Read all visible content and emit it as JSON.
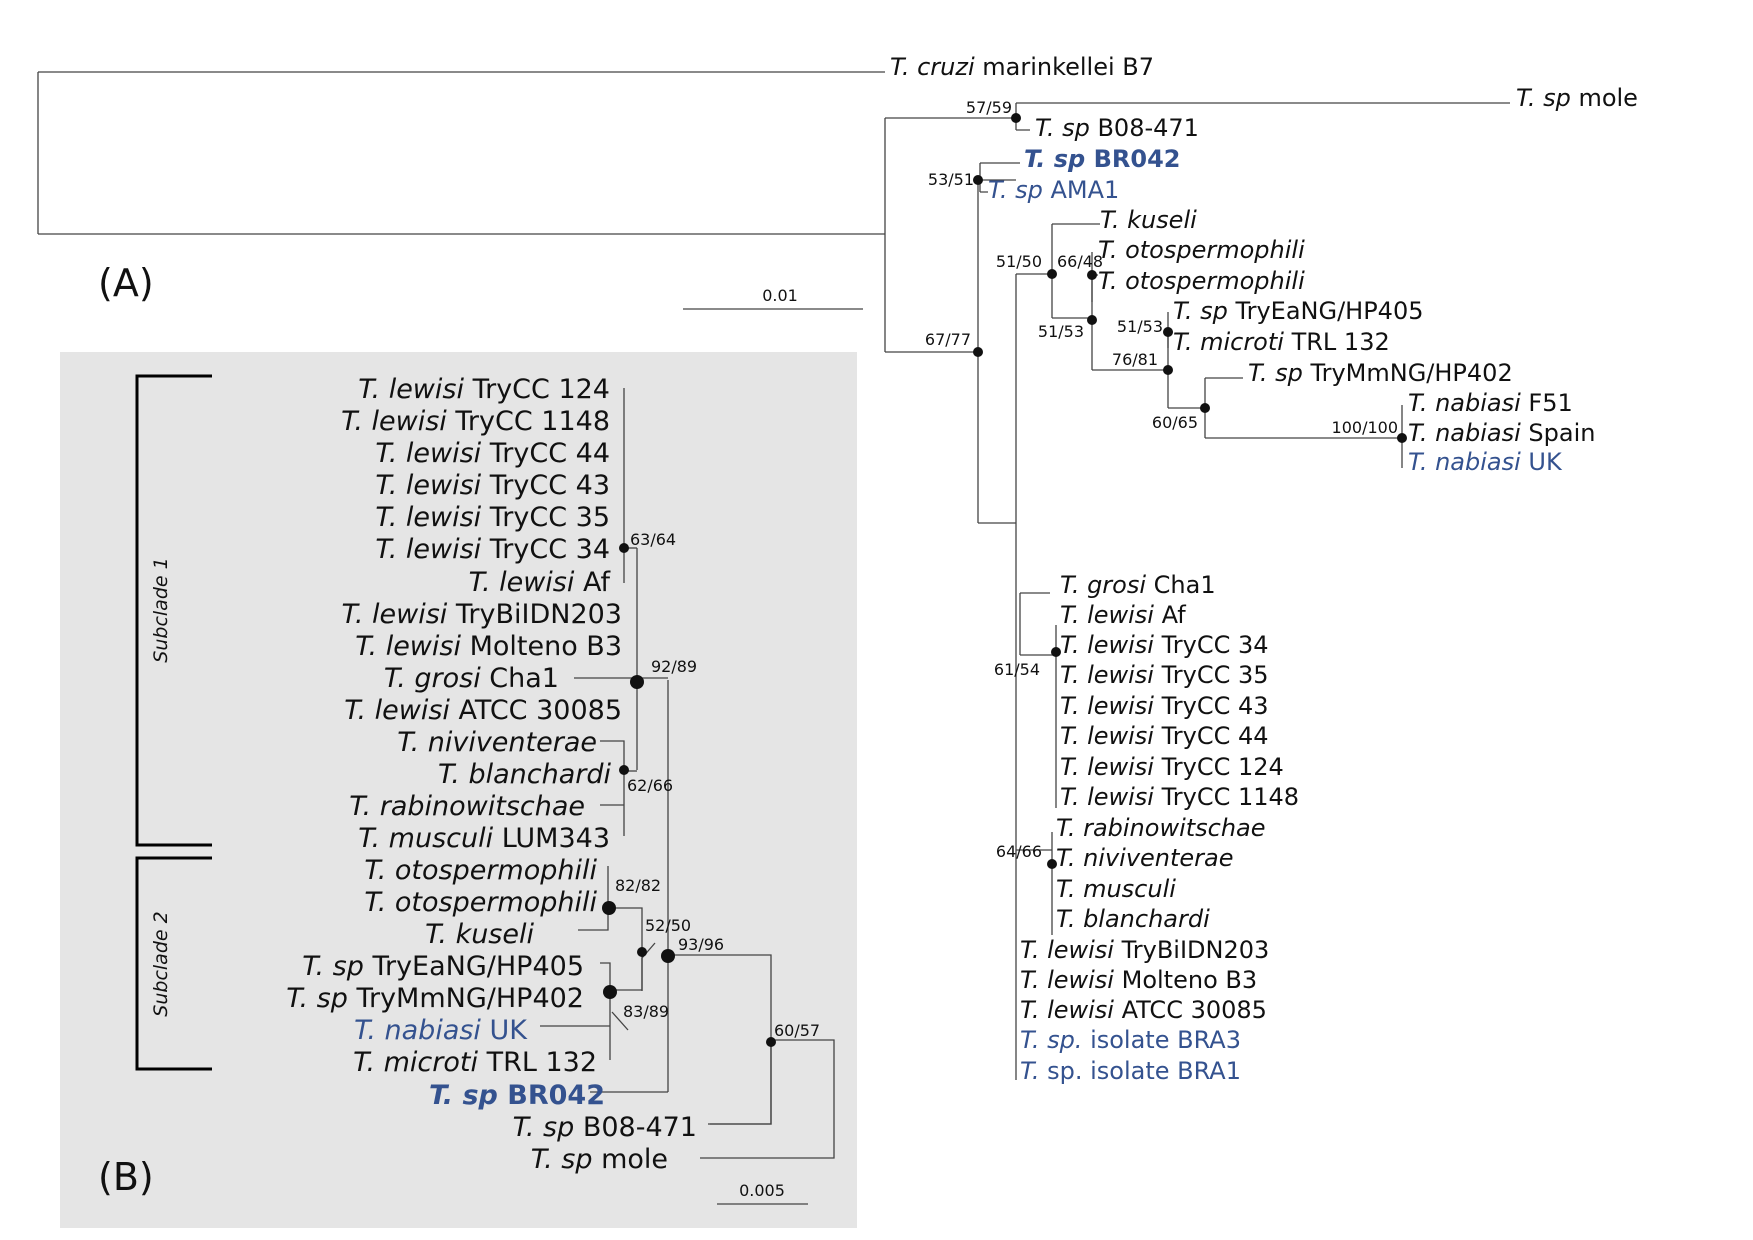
{
  "panelA": {
    "label": "(A)",
    "scale_label": "0.01",
    "tips": [
      {
        "genus": "T. cruzi",
        "strain": "marinkellei B7",
        "color": "black"
      },
      {
        "genus": "T. sp",
        "strain": "mole",
        "color": "black"
      },
      {
        "genus": "T. sp",
        "strain": "B08-471",
        "color": "black"
      },
      {
        "genus": "T. sp",
        "strain": "BR042",
        "color": "blue",
        "bold": true
      },
      {
        "genus": "T. sp",
        "strain": "AMA1",
        "color": "blue"
      },
      {
        "genus": "T. kuseli",
        "strain": "",
        "color": "black"
      },
      {
        "genus": "T. otospermophili",
        "strain": "",
        "color": "black"
      },
      {
        "genus": "T. otospermophili",
        "strain": "",
        "color": "black"
      },
      {
        "genus": "T. sp",
        "strain": "TryEaNG/HP405",
        "color": "black"
      },
      {
        "genus": "T. microti",
        "strain": "TRL 132",
        "color": "black"
      },
      {
        "genus": "T. sp",
        "strain": "TryMmNG/HP402",
        "color": "black"
      },
      {
        "genus": "T. nabiasi",
        "strain": "F51",
        "color": "black"
      },
      {
        "genus": "T. nabiasi",
        "strain": "Spain",
        "color": "black"
      },
      {
        "genus": "T. nabiasi",
        "strain": "UK",
        "color": "blue"
      },
      {
        "genus": "T. grosi",
        "strain": "Cha1",
        "color": "black"
      },
      {
        "genus": "T. lewisi",
        "strain": "Af",
        "color": "black"
      },
      {
        "genus": "T. lewisi",
        "strain": "TryCC 34",
        "color": "black"
      },
      {
        "genus": "T. lewisi",
        "strain": "TryCC 35",
        "color": "black"
      },
      {
        "genus": "T. lewisi",
        "strain": "TryCC 43",
        "color": "black"
      },
      {
        "genus": "T. lewisi",
        "strain": "TryCC 44",
        "color": "black"
      },
      {
        "genus": "T. lewisi",
        "strain": "TryCC 124",
        "color": "black"
      },
      {
        "genus": "T. lewisi",
        "strain": "TryCC 1148",
        "color": "black"
      },
      {
        "genus": "T. rabinowitschae",
        "strain": "",
        "color": "black"
      },
      {
        "genus": "T. niviventerae",
        "strain": "",
        "color": "black"
      },
      {
        "genus": "T. musculi",
        "strain": "",
        "color": "black"
      },
      {
        "genus": "T. blanchardi",
        "strain": "",
        "color": "black"
      },
      {
        "genus": "T. lewisi",
        "strain": "TryBiIDN203",
        "color": "black"
      },
      {
        "genus": "T. lewisi",
        "strain": "Molteno B3",
        "color": "black"
      },
      {
        "genus": "T. lewisi",
        "strain": "ATCC 30085",
        "color": "black"
      },
      {
        "genus": "T. sp.",
        "strain": "isolate BRA3",
        "color": "blue"
      },
      {
        "genus": "T.",
        "strain": "sp. isolate BRA1",
        "color": "blue"
      }
    ],
    "support": [
      "57/59",
      "53/51",
      "51/50",
      "66/48",
      "51/53",
      "51/53",
      "76/81",
      "60/65",
      "100/100",
      "67/77",
      "61/54",
      "64/66"
    ]
  },
  "panelB": {
    "label": "(B)",
    "scale_label": "0.005",
    "subclade1": "Subclade 1",
    "subclade2": "Subclade 2",
    "tips": [
      {
        "genus": "T. lewisi",
        "strain": "TryCC 124",
        "color": "black"
      },
      {
        "genus": "T. lewisi",
        "strain": "TryCC 1148",
        "color": "black"
      },
      {
        "genus": "T. lewisi",
        "strain": "TryCC 44",
        "color": "black"
      },
      {
        "genus": "T. lewisi",
        "strain": "TryCC 43",
        "color": "black"
      },
      {
        "genus": "T. lewisi",
        "strain": "TryCC 35",
        "color": "black"
      },
      {
        "genus": "T. lewisi",
        "strain": "TryCC 34",
        "color": "black"
      },
      {
        "genus": "T. lewisi",
        "strain": "Af",
        "color": "black"
      },
      {
        "genus": "T. lewisi",
        "strain": "TryBiIDN203",
        "color": "black"
      },
      {
        "genus": "T. lewisi",
        "strain": "Molteno B3",
        "color": "black"
      },
      {
        "genus": "T. grosi",
        "strain": "Cha1",
        "color": "black"
      },
      {
        "genus": "T. lewisi",
        "strain": "ATCC 30085",
        "color": "black"
      },
      {
        "genus": "T. niviventerae",
        "strain": "",
        "color": "black"
      },
      {
        "genus": "T. blanchardi",
        "strain": "",
        "color": "black"
      },
      {
        "genus": "T. rabinowitschae",
        "strain": "",
        "color": "black"
      },
      {
        "genus": "T. musculi",
        "strain": "LUM343",
        "color": "black"
      },
      {
        "genus": "T. otospermophili",
        "strain": "",
        "color": "black"
      },
      {
        "genus": "T. otospermophili",
        "strain": "",
        "color": "black"
      },
      {
        "genus": "T. kuseli",
        "strain": "",
        "color": "black"
      },
      {
        "genus": "T. sp",
        "strain": "TryEaNG/HP405",
        "color": "black"
      },
      {
        "genus": "T. sp",
        "strain": "TryMmNG/HP402",
        "color": "black"
      },
      {
        "genus": "T. nabiasi",
        "strain": "UK",
        "color": "blue"
      },
      {
        "genus": "T. microti",
        "strain": "TRL 132",
        "color": "black"
      },
      {
        "genus": "T. sp",
        "strain": "BR042",
        "color": "blue",
        "bold": true
      },
      {
        "genus": "T. sp",
        "strain": "B08-471",
        "color": "black"
      },
      {
        "genus": "T. sp",
        "strain": "mole",
        "color": "black"
      }
    ],
    "support": [
      "63/64",
      "92/89",
      "62/66",
      "82/82",
      "52/50",
      "93/96",
      "83/89",
      "60/57"
    ]
  }
}
